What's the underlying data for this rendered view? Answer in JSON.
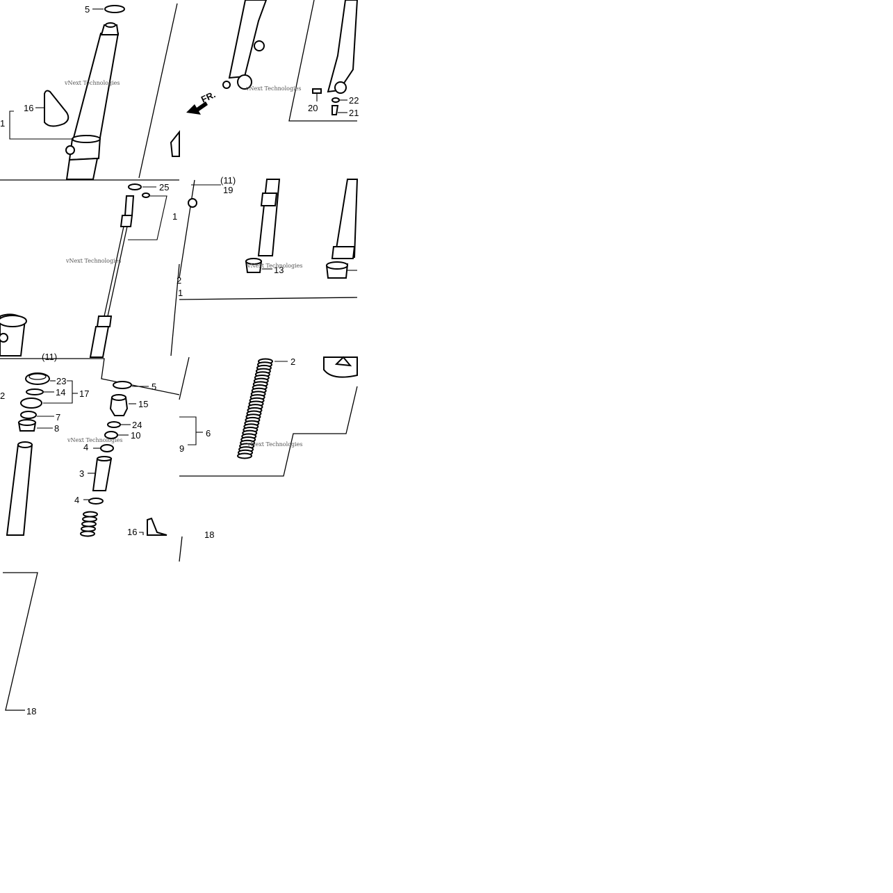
{
  "diagram": {
    "watermark": "vNext Technologies",
    "direction_label": "FR.",
    "callouts": {
      "c5a": "5",
      "c16a": "16",
      "c1a": "1",
      "c20": "20",
      "c22": "22",
      "c21": "21",
      "c25": "25",
      "c1b": "1",
      "c11a": "(11)",
      "c19": "19",
      "c13": "13",
      "c2a": "2",
      "c1c": "1",
      "c11b": "(11)",
      "c23": "23",
      "c14": "14",
      "c17": "17",
      "c2b": "2",
      "c7": "7",
      "c8": "8",
      "c5b": "5",
      "c15": "15",
      "c24": "24",
      "c10": "10",
      "c4a": "4",
      "c3": "3",
      "c4b": "4",
      "c16b": "16",
      "c2c": "2",
      "c6": "6",
      "c9": "9",
      "c18": "18"
    }
  }
}
